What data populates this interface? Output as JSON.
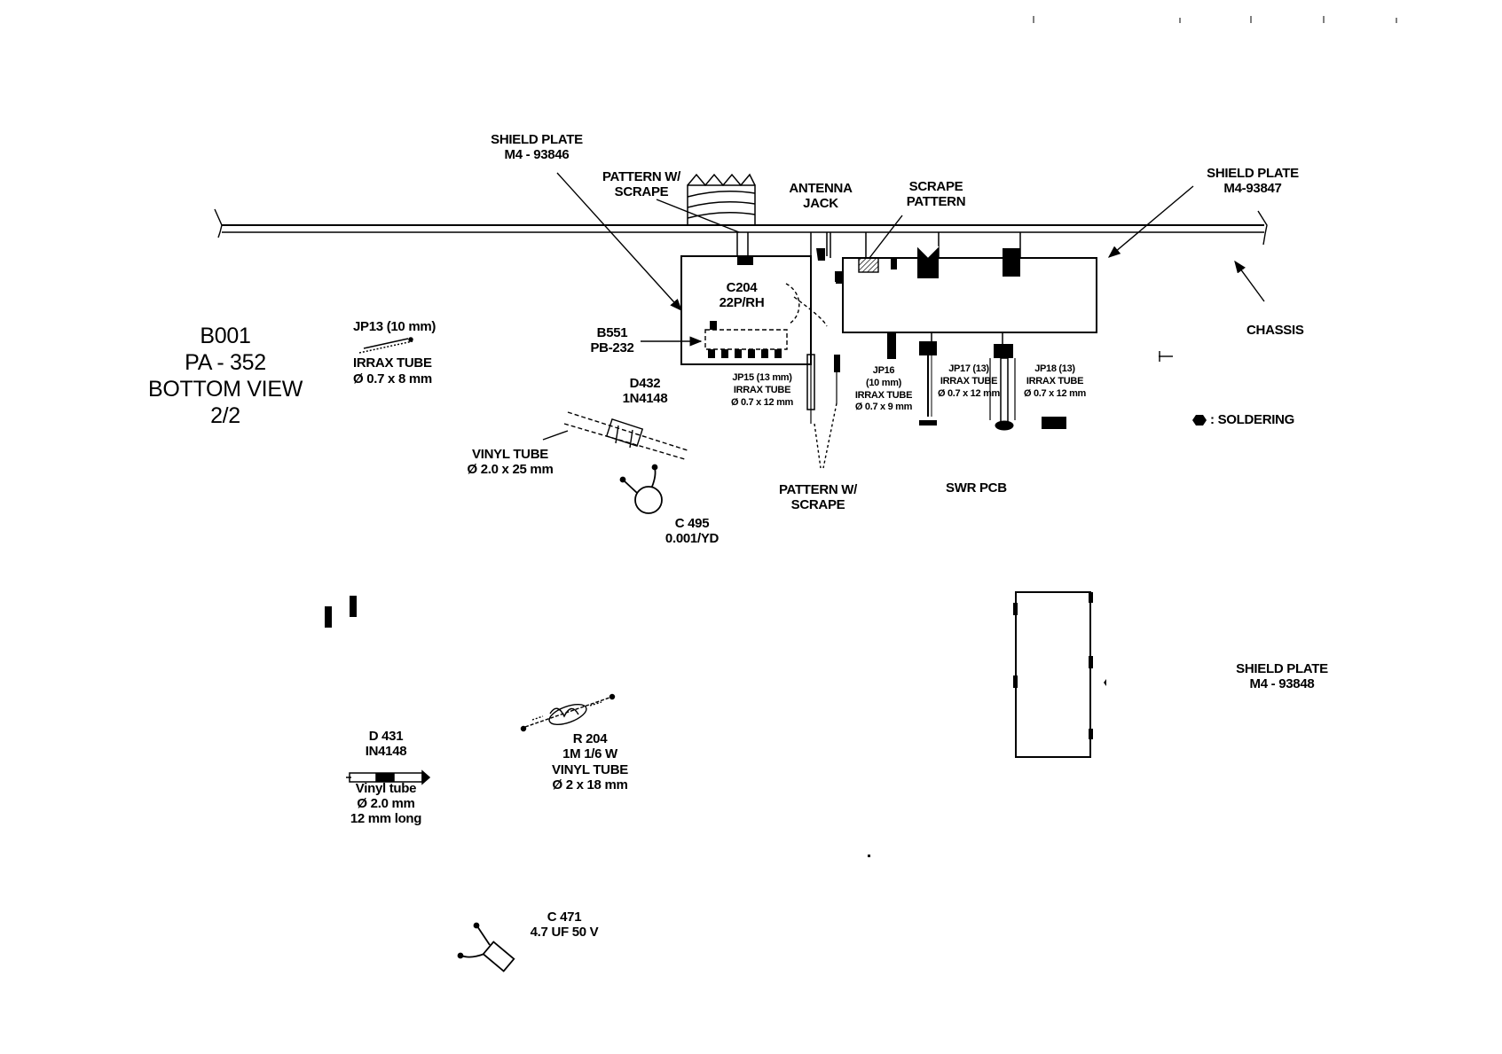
{
  "title": {
    "line1": "B001",
    "line2": "PA - 352",
    "line3": "BOTTOM VIEW",
    "line4": "2/2"
  },
  "labels": {
    "shield_plate_1": {
      "line1": "SHIELD PLATE",
      "line2": "M4 - 93846"
    },
    "pattern_scrape_top": {
      "line1": "PATTERN W/",
      "line2": "SCRAPE"
    },
    "antenna_jack": {
      "line1": "ANTENNA",
      "line2": "JACK"
    },
    "scrape_pattern": {
      "line1": "SCRAPE",
      "line2": "PATTERN"
    },
    "shield_plate_2": {
      "line1": "SHIELD PLATE",
      "line2": "M4-93847"
    },
    "chassis": "CHASSIS",
    "jp13": {
      "line1": "JP13 (10 mm)",
      "line2": "IRRAX TUBE",
      "line3": "Ø 0.7 x 8 mm"
    },
    "b551": {
      "line1": "B551",
      "line2": "PB-232"
    },
    "c204": {
      "line1": "C204",
      "line2": "22P/RH"
    },
    "d432": {
      "line1": "D432",
      "line2": "1N4148"
    },
    "jp15": {
      "line1": "JP15 (13 mm)",
      "line2": "IRRAX TUBE",
      "line3": "Ø 0.7 x 12 mm"
    },
    "jp16": {
      "line1": "JP16",
      "line2": "(10 mm)",
      "line3": "IRRAX TUBE",
      "line4": "Ø 0.7 x 9 mm"
    },
    "jp17": {
      "line1": "JP17 (13)",
      "line2": "IRRAX TUBE",
      "line3": "Ø 0.7 x 12 mm"
    },
    "jp18": {
      "line1": "JP18 (13)",
      "line2": "IRRAX TUBE",
      "line3": "Ø 0.7 x 12 mm"
    },
    "soldering_legend": ": SOLDERING",
    "vinyl_tube_1": {
      "line1": "VINYL TUBE",
      "line2": "Ø 2.0 x 25 mm"
    },
    "c495": {
      "line1": "C 495",
      "line2": "0.001/YD"
    },
    "pattern_scrape_bottom": {
      "line1": "PATTERN W/",
      "line2": "SCRAPE"
    },
    "swr_pcb": "SWR PCB",
    "shield_plate_3": {
      "line1": "SHIELD PLATE",
      "line2": "M4 - 93848"
    },
    "d431": {
      "line1": "D 431",
      "line2": "IN4148",
      "line3": "Vinyl tube",
      "line4": "Ø 2.0 mm",
      "line5": "12 mm long"
    },
    "r204": {
      "line1": "R 204",
      "line2": "1M 1/6 W",
      "line3": "VINYL TUBE",
      "line4": "Ø 2 x 18 mm"
    },
    "c471": {
      "line1": "C 471",
      "line2": "4.7 UF 50 V"
    }
  }
}
